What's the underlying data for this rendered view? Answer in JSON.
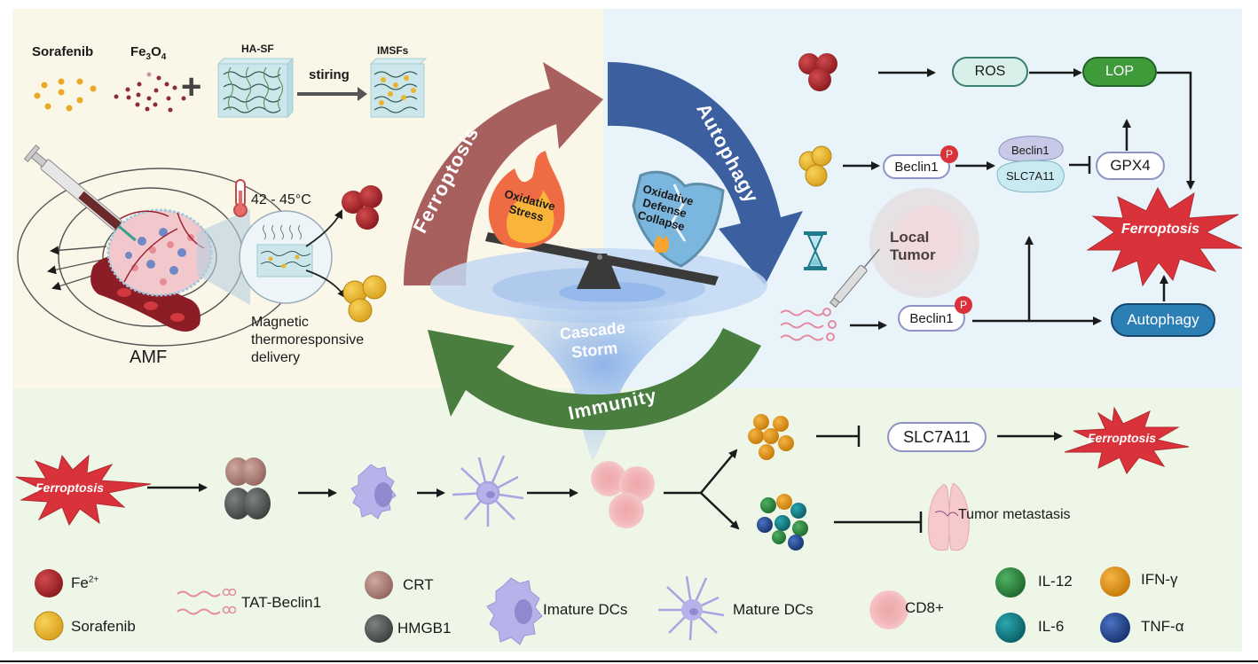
{
  "synthesis": {
    "sorafenib_label": "Sorafenib",
    "fe3o4_label_main": "Fe",
    "fe3o4_label_sub1": "3",
    "fe3o4_label_o": "O",
    "fe3o4_label_sub2": "4",
    "plus_symbol": "+",
    "hasf_label": "HA-SF",
    "stiring_label": "stiring",
    "imsfs_label": "IMSFs"
  },
  "delivery": {
    "temperature_label": "42 - 45°C",
    "amf_label": "AMF",
    "delivery_line1": "Magnetic",
    "delivery_line2": "thermoresponsive",
    "delivery_line3": "delivery"
  },
  "cycle": {
    "ferroptosis_arrow": "Ferroptosis",
    "autophagy_arrow": "Autophagy",
    "immunity_arrow": "Immunity",
    "oxidative_stress_line1": "Oxidative",
    "oxidative_stress_line2": "Stress",
    "defense_line1": "Oxidative",
    "defense_line2": "Defense",
    "defense_line3": "Collapse",
    "storm_line1": "Cascade",
    "storm_line2": "Storm"
  },
  "pathway": {
    "ros": "ROS",
    "lop": "LOP",
    "beclin1_top": "Beclin1",
    "phospho_badge": "P",
    "complex_beclin1": "Beclin1",
    "complex_slc7a11": "SLC7A11",
    "gpx4": "GPX4",
    "ferroptosis_burst": "Ferroptosis",
    "local_tumor_line1": "Local",
    "local_tumor_line2": "Tumor",
    "beclin1_bottom": "Beclin1",
    "autophagy_box": "Autophagy"
  },
  "immunity_flow": {
    "ferroptosis_start": "Ferroptosis",
    "slc7a11": "SLC7A11",
    "ferroptosis_end": "Ferroptosis",
    "tumor_metastasis": "Tumor metastasis"
  },
  "legend": {
    "items": [
      {
        "label": "Fe",
        "sup": "2+",
        "color": "#a3252a"
      },
      {
        "label": "Sorafenib",
        "sup": "",
        "color": "#e8b52c"
      },
      {
        "label": "TAT-Beclin1",
        "sup": "",
        "color": "#e58aa0"
      },
      {
        "label": "CRT",
        "sup": "",
        "color": "#b38a82"
      },
      {
        "label": "HMGB1",
        "sup": "",
        "color": "#5b5f5d"
      },
      {
        "label": "Imature DCs",
        "sup": "",
        "color": "#b7b3ea"
      },
      {
        "label": "Mature DCs",
        "sup": "",
        "color": "#b7b3ea"
      },
      {
        "label": "CD8+",
        "sup": "",
        "color": "#f5c2c2"
      },
      {
        "label": "IL-12",
        "sup": "",
        "color": "#2e8b43"
      },
      {
        "label": "IFN-γ",
        "sup": "",
        "color": "#e0920e"
      },
      {
        "label": "IL-6",
        "sup": "",
        "color": "#14818a"
      },
      {
        "label": "TNF-α",
        "sup": "",
        "color": "#264b99"
      }
    ]
  },
  "colors": {
    "ferroptosis_arrow": "#a8605e",
    "autophagy_arrow": "#3c5fa0",
    "immunity_arrow": "#4a7e3f",
    "burst_red": "#d9323a",
    "lop_green": "#3f9a3a",
    "autophagy_blue": "#2b7fb5"
  }
}
